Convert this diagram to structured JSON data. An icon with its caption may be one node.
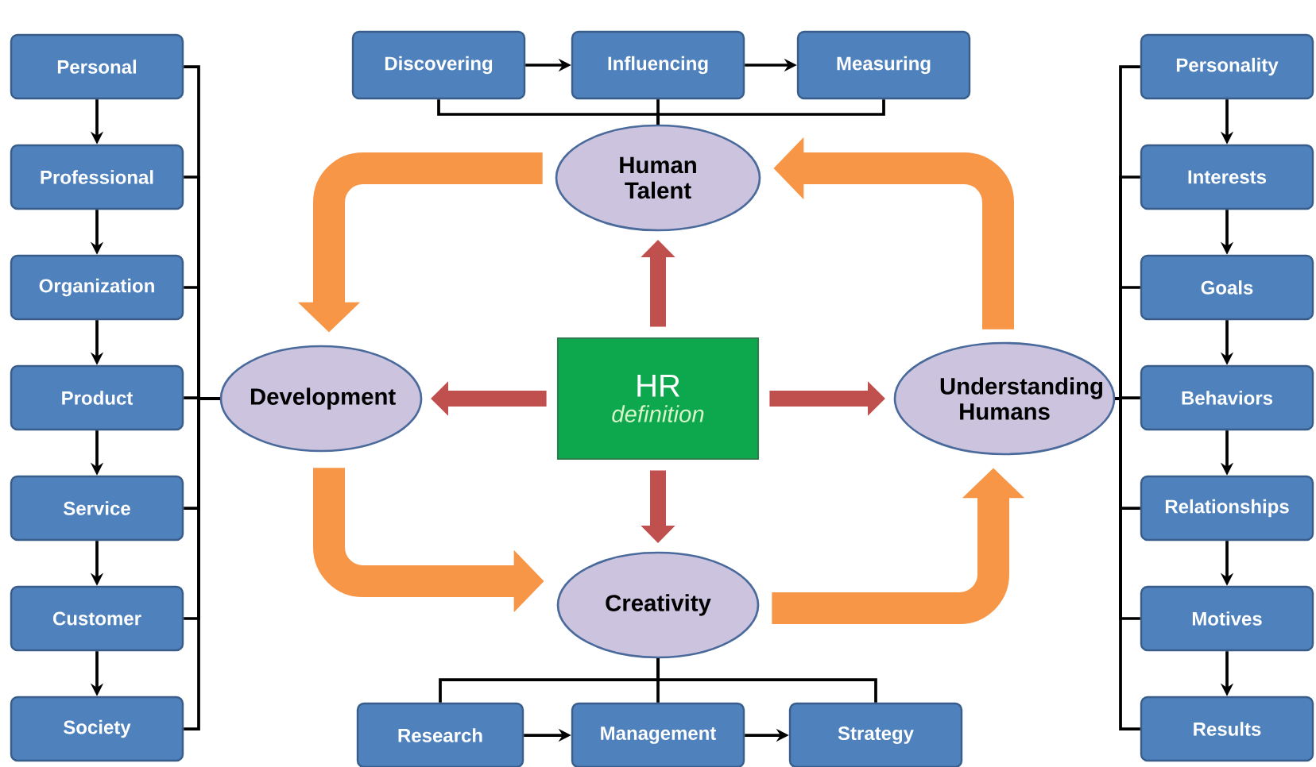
{
  "diagram": {
    "nodes": [
      {
        "text": [
          "Personal"
        ]
      },
      {
        "text": [
          "Professional"
        ]
      },
      {
        "text": [
          "Organization"
        ]
      },
      {
        "text": [
          "Product"
        ]
      },
      {
        "text": [
          "Service"
        ]
      },
      {
        "text": [
          "Customer"
        ]
      },
      {
        "text": [
          "Society"
        ]
      },
      {
        "text": [
          "Discovering"
        ]
      },
      {
        "text": [
          "Influencing"
        ]
      },
      {
        "text": [
          "Measuring"
        ]
      },
      {
        "text": [
          "Human Talent"
        ]
      },
      {
        "text": [
          "Development"
        ]
      },
      {
        "text": [
          "HR",
          "definition"
        ]
      },
      {
        "text": [
          "Understanding Humans"
        ]
      },
      {
        "text": [
          "Creativity"
        ]
      },
      {
        "text": [
          "Research"
        ]
      },
      {
        "text": [
          "Management"
        ]
      },
      {
        "text": [
          "Strategy"
        ]
      },
      {
        "text": [
          "Personality"
        ]
      },
      {
        "text": [
          "Interests"
        ]
      },
      {
        "text": [
          "Goals"
        ]
      },
      {
        "text": [
          "Behaviors"
        ]
      },
      {
        "text": [
          "Relationships"
        ]
      },
      {
        "text": [
          "Motives"
        ]
      },
      {
        "text": [
          "Results"
        ]
      }
    ],
    "edges": [
      {
        "from": 0,
        "to": 1,
        "arrow": "to"
      },
      {
        "from": 1,
        "to": 2,
        "arrow": "to"
      },
      {
        "from": 2,
        "to": 3,
        "arrow": "to"
      },
      {
        "from": 3,
        "to": 4,
        "arrow": "to"
      },
      {
        "from": 4,
        "to": 5,
        "arrow": "to"
      },
      {
        "from": 5,
        "to": 6,
        "arrow": "to"
      },
      {
        "from": 0,
        "to": 11,
        "arrow": "none"
      },
      {
        "from": 1,
        "to": 11,
        "arrow": "none"
      },
      {
        "from": 2,
        "to": 11,
        "arrow": "none"
      },
      {
        "from": 3,
        "to": 11,
        "arrow": "none"
      },
      {
        "from": 4,
        "to": 11,
        "arrow": "none"
      },
      {
        "from": 5,
        "to": 11,
        "arrow": "none"
      },
      {
        "from": 6,
        "to": 11,
        "arrow": "none"
      },
      {
        "from": 7,
        "to": 8,
        "arrow": "to"
      },
      {
        "from": 8,
        "to": 9,
        "arrow": "to"
      },
      {
        "from": 7,
        "to": 10,
        "arrow": "none"
      },
      {
        "from": 8,
        "to": 10,
        "arrow": "none"
      },
      {
        "from": 9,
        "to": 10,
        "arrow": "none"
      },
      {
        "from": 15,
        "to": 16,
        "arrow": "to"
      },
      {
        "from": 16,
        "to": 17,
        "arrow": "to"
      },
      {
        "from": 14,
        "to": 15,
        "arrow": "none"
      },
      {
        "from": 14,
        "to": 16,
        "arrow": "none"
      },
      {
        "from": 14,
        "to": 17,
        "arrow": "none"
      },
      {
        "from": 18,
        "to": 19,
        "arrow": "to"
      },
      {
        "from": 19,
        "to": 20,
        "arrow": "to"
      },
      {
        "from": 20,
        "to": 21,
        "arrow": "to"
      },
      {
        "from": 21,
        "to": 22,
        "arrow": "to"
      },
      {
        "from": 22,
        "to": 23,
        "arrow": "to"
      },
      {
        "from": 23,
        "to": 24,
        "arrow": "to"
      },
      {
        "from": 13,
        "to": 18,
        "arrow": "none"
      },
      {
        "from": 13,
        "to": 19,
        "arrow": "none"
      },
      {
        "from": 13,
        "to": 20,
        "arrow": "none"
      },
      {
        "from": 13,
        "to": 21,
        "arrow": "none"
      },
      {
        "from": 13,
        "to": 22,
        "arrow": "none"
      },
      {
        "from": 13,
        "to": 23,
        "arrow": "none"
      },
      {
        "from": 13,
        "to": 24,
        "arrow": "none"
      },
      {
        "from": 12,
        "to": 10,
        "arrow": "to",
        "style": "thick",
        "color": "#c0504d"
      },
      {
        "from": 12,
        "to": 11,
        "arrow": "to",
        "style": "thick",
        "color": "#c0504d"
      },
      {
        "from": 12,
        "to": 13,
        "arrow": "to",
        "style": "thick",
        "color": "#c0504d"
      },
      {
        "from": 12,
        "to": 14,
        "arrow": "to",
        "style": "thick",
        "color": "#c0504d"
      },
      {
        "from": 10,
        "to": 11,
        "arrow": "to",
        "style": "thick",
        "color": "#f79646"
      },
      {
        "from": 11,
        "to": 14,
        "arrow": "to",
        "style": "thick",
        "color": "#f79646"
      },
      {
        "from": 14,
        "to": 13,
        "arrow": "to",
        "style": "thick",
        "color": "#f79646"
      },
      {
        "from": 13,
        "to": 10,
        "arrow": "to",
        "style": "thick",
        "color": "#f79646"
      }
    ]
  }
}
